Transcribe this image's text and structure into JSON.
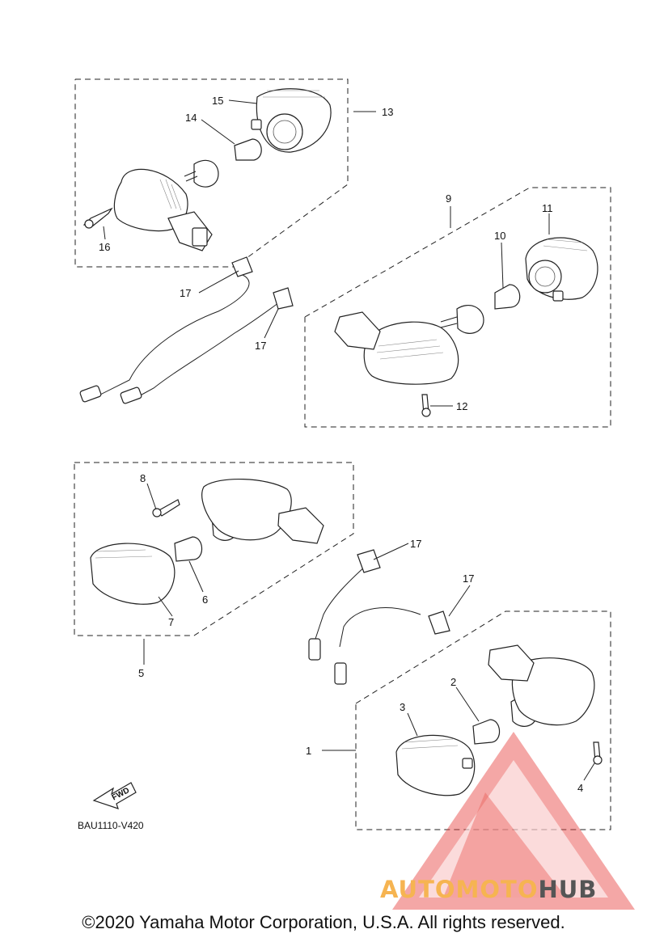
{
  "diagram": {
    "callouts": [
      "1",
      "2",
      "3",
      "4",
      "5",
      "6",
      "7",
      "8",
      "9",
      "10",
      "11",
      "12",
      "13",
      "14",
      "15",
      "16",
      "17",
      "17",
      "17",
      "17"
    ],
    "fwd_label": "FWD",
    "diagram_code": "BAU1110-V420"
  },
  "watermark": {
    "part1": "AUTOMOTO",
    "part2": "HUB",
    "colors": {
      "triangle": "#e8443f",
      "accent": "#f6b451",
      "dark": "#555555"
    }
  },
  "footer": {
    "copyright": "©2020 Yamaha Motor Corporation, U.S.A. All rights reserved."
  }
}
